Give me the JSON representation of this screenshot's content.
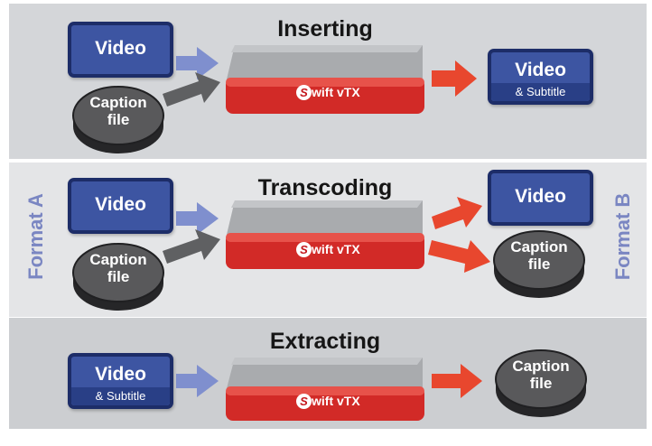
{
  "sections": [
    {
      "title": "Inserting",
      "inputs": [
        {
          "kind": "box",
          "label": "Video",
          "sublabel": ""
        },
        {
          "kind": "disc",
          "label": "Caption file"
        }
      ],
      "device": {
        "brand_initial": "S",
        "brand_rest": "wift vTX"
      },
      "outputs": [
        {
          "kind": "box",
          "label": "Video",
          "sublabel": "& Subtitle"
        }
      ]
    },
    {
      "title": "Transcoding",
      "inputs": [
        {
          "kind": "box",
          "label": "Video",
          "sublabel": ""
        },
        {
          "kind": "disc",
          "label": "Caption file"
        }
      ],
      "device": {
        "brand_initial": "S",
        "brand_rest": "wift vTX"
      },
      "outputs": [
        {
          "kind": "box",
          "label": "Video",
          "sublabel": ""
        },
        {
          "kind": "disc",
          "label": "Caption file"
        }
      ]
    },
    {
      "title": "Extracting",
      "inputs": [
        {
          "kind": "box",
          "label": "Video",
          "sublabel": "& Subtitle"
        }
      ],
      "device": {
        "brand_initial": "S",
        "brand_rest": "wift vTX"
      },
      "outputs": [
        {
          "kind": "disc",
          "label": "Caption file"
        }
      ]
    }
  ],
  "side_labels": {
    "left": "Format A",
    "right": "Format B"
  },
  "colors": {
    "video_box": "#3d55a2",
    "video_border": "#1d2d68",
    "disc_top": "#59595b",
    "disc_side": "#262628",
    "input_arrow": "#7f8fce",
    "caption_arrow": "#5f6062",
    "output_arrow": "#e8472e",
    "device_red": "#d22a27",
    "device_grey": "#a9abae",
    "side_label": "#7a86c2"
  }
}
